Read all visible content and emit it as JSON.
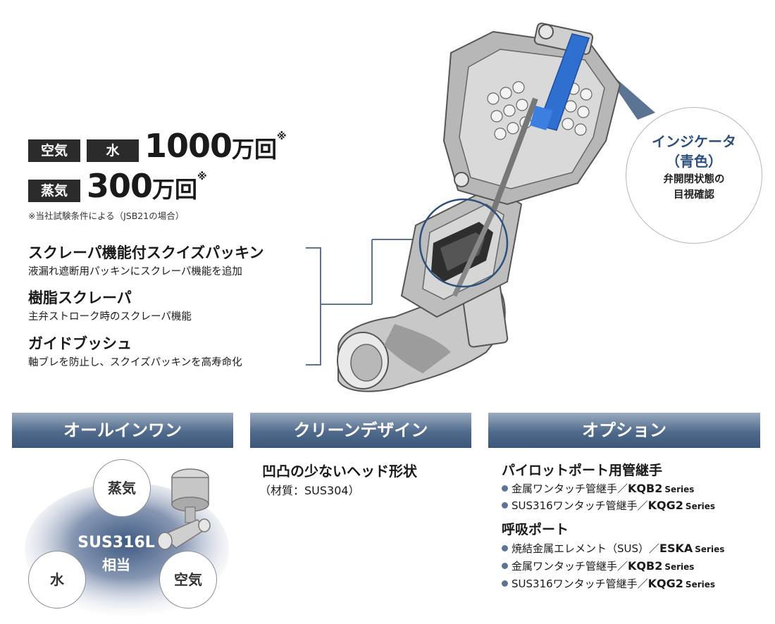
{
  "headline": {
    "tag_air": "空気",
    "tag_water": "水",
    "tag_steam": "蒸気",
    "count1_num": "1000",
    "count1_unit": "万回",
    "count2_num": "300",
    "count2_unit": "万回",
    "mark": "※",
    "note": "※当社試験条件による（JSB21の場合）"
  },
  "features": [
    {
      "title": "スクレーパ機能付スクイズパッキン",
      "desc": "液漏れ遮断用パッキンにスクレーパ機能を追加"
    },
    {
      "title": "樹脂スクレーパ",
      "desc": "主弁ストローク時のスクレーパ機能"
    },
    {
      "title": "ガイドブッシュ",
      "desc": "軸ブレを防止し、スクイズパッキンを高寿命化"
    }
  ],
  "indicator": {
    "line1": "インジケータ",
    "line2": "（青色）",
    "line3": "弁開閉状態の",
    "line4": "目視確認"
  },
  "sections": {
    "all_in_one": "オールインワン",
    "clean_design": "クリーンデザイン",
    "option": "オプション"
  },
  "all_in_one": {
    "steam": "蒸気",
    "water": "水",
    "air": "空気",
    "material_line1": "SUS316L",
    "material_line2": "相当"
  },
  "clean_design": {
    "title": "凹凸の少ないヘッド形状",
    "sub": "（材質：SUS304）"
  },
  "options": {
    "pilot_heading": "パイロットポート用管継手",
    "pilot_items": [
      {
        "text": "金属ワンタッチ管継手／",
        "model": "KQB2",
        "series": "Series"
      },
      {
        "text": "SUS316ワンタッチ管継手／",
        "model": "KQG2",
        "series": "Series"
      }
    ],
    "breath_heading": "呼吸ポート",
    "breath_items": [
      {
        "text": "焼結金属エレメント（SUS）／",
        "model": "ESKA",
        "series": "Series"
      },
      {
        "text": "金属ワンタッチ管継手／",
        "model": "KQB2",
        "series": "Series"
      },
      {
        "text": "SUS316ワンタッチ管継手／",
        "model": "KQG2",
        "series": "Series"
      }
    ]
  },
  "colors": {
    "indicator_blue": "#2f6fd0",
    "section_blue": "#4f698b",
    "accent_line": "#5b7494"
  }
}
